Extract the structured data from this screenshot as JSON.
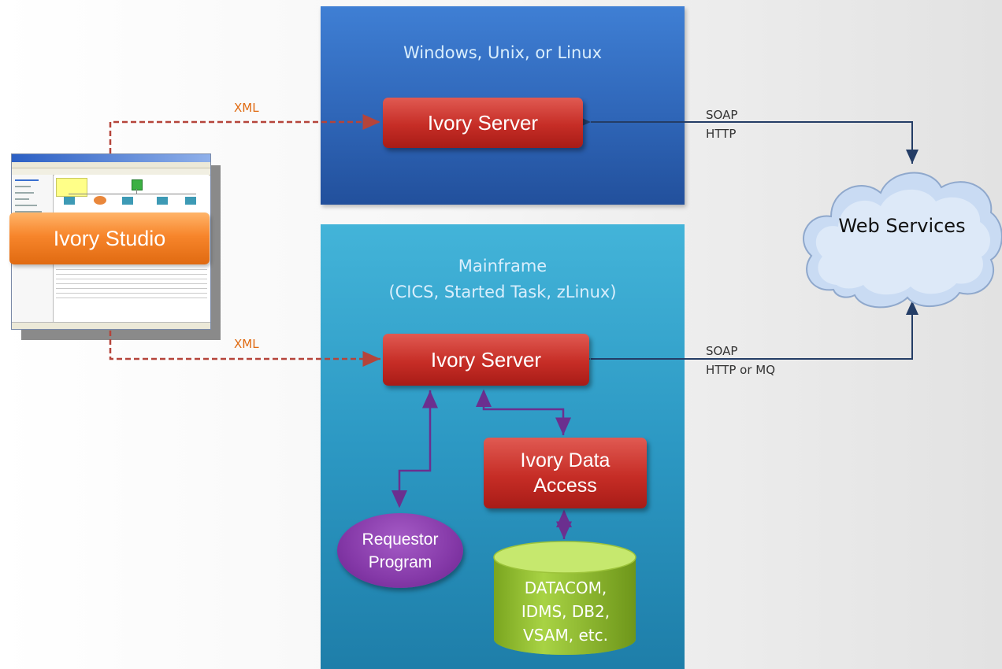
{
  "panels": {
    "windows": {
      "title": "Windows, Unix, or Linux"
    },
    "mainframe": {
      "title_line1": "Mainframe",
      "title_line2": "(CICS, Started Task, zLinux)"
    }
  },
  "nodes": {
    "ivory_studio": "Ivory Studio",
    "ivory_server_top": "Ivory Server",
    "ivory_server_bottom": "Ivory Server",
    "ivory_data_access_line1": "Ivory Data",
    "ivory_data_access_line2": "Access",
    "requestor_line1": "Requestor",
    "requestor_line2": "Program",
    "web_services": "Web Services",
    "database_lines": [
      "DATACOM,",
      "IDMS, DB2,",
      "VSAM, etc."
    ]
  },
  "connections": {
    "xml_top": "XML",
    "xml_bottom": "XML",
    "soap_top": "SOAP",
    "http_top": "HTTP",
    "soap_bottom": "SOAP",
    "http_mq_bottom": "HTTP or MQ"
  },
  "colors": {
    "dashed_connector": "#b5443a",
    "solid_connector_blue": "#243d66",
    "solid_connector_purple": "#6b2f8f",
    "xml_label": "#e06a11"
  },
  "icons": [
    "ivory-studio-screenshot",
    "cloud-icon",
    "database-cylinder-icon"
  ]
}
